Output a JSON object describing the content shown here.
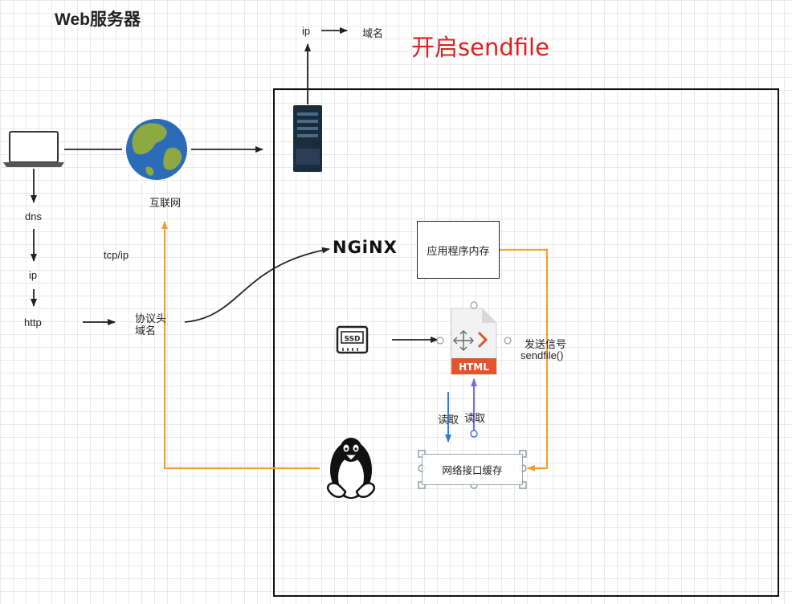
{
  "title": "Web服务器",
  "subtitle": "开启sendfile",
  "labels": {
    "ip_top": "ip",
    "domain_top": "域名",
    "internet": "互联网",
    "dns": "dns",
    "ip": "ip",
    "http": "http",
    "tcpip": "tcp/ip",
    "protocol_header": "协议头",
    "domain_name": "域名",
    "nginx": "NGiNX",
    "app_memory": "应用程序内存",
    "send_signal": "发送信号",
    "sendfile_call": "sendfile()",
    "read_down": "读取",
    "read_up": "读取",
    "net_cache": "网络接口缓存",
    "ssd": "SSD",
    "html": "HTML"
  },
  "colors": {
    "orange_arrow": "#f5a02a",
    "blue_arrow": "#2a7ed8",
    "purple_arrow": "#7a6cd8",
    "html_red": "#e2542c",
    "title_red": "#e02020",
    "globe_ocean": "#2c6bb8",
    "globe_land": "#8ea843",
    "server_dark": "#1b2c3c"
  },
  "icons": [
    "laptop-icon",
    "globe-icon",
    "server-icon",
    "nginx-logo",
    "ssd-icon",
    "html-file-icon",
    "linux-penguin-icon"
  ]
}
